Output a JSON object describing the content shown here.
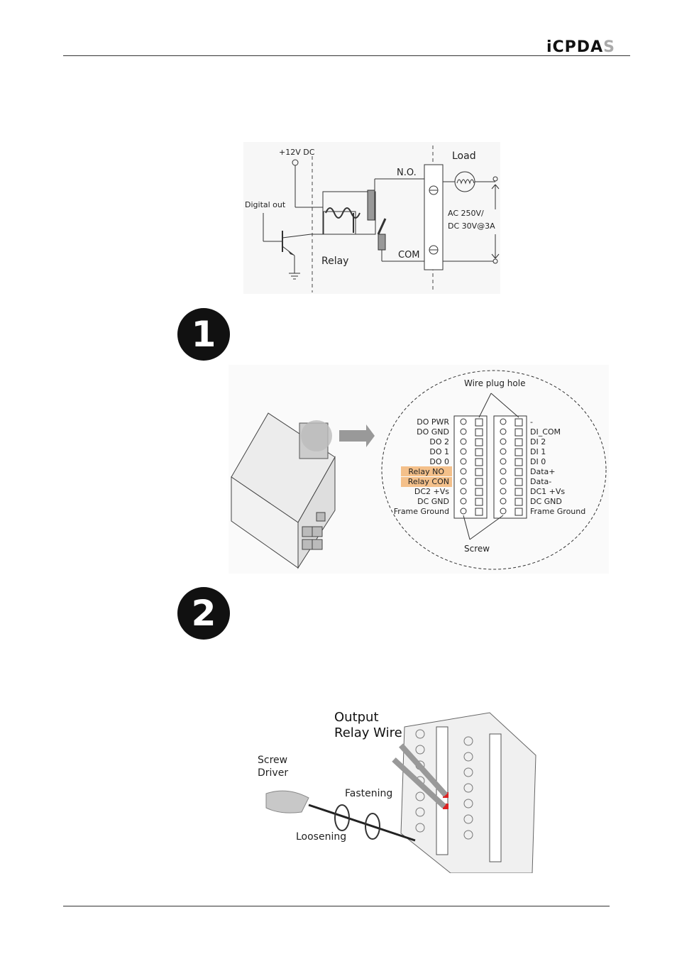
{
  "header": {
    "logo_main": "iCPDA",
    "logo_tail": "S"
  },
  "relay_diagram": {
    "supply": "+12V DC",
    "digital_out": "Digital out",
    "relay": "Relay",
    "no": "N.O.",
    "com": "COM",
    "load": "Load",
    "rating_ac": "AC 250V/",
    "rating_dc": "DC 30V@3A"
  },
  "steps": [
    "1",
    "2"
  ],
  "terminal_diagram": {
    "wire_plug_hole": "Wire plug hole",
    "screw": "Screw",
    "left_labels": [
      "DO PWR",
      "DO GND",
      "DO 2",
      "DO 1",
      "DO 0",
      "Relay NO",
      "Relay CON",
      "DC2 +Vs",
      "DC GND",
      "Frame Ground"
    ],
    "right_labels": [
      "-",
      "DI_COM",
      "DI 2",
      "DI 1",
      "DI 0",
      "Data+",
      "Data-",
      "DC1 +Vs",
      "DC GND",
      "Frame Ground"
    ],
    "highlight_color": "#f4c08a"
  },
  "wiring_diagram": {
    "output_line1": "Output",
    "output_line2": "Relay Wire",
    "screw_line1": "Screw",
    "screw_line2": "Driver",
    "fastening": "Fastening",
    "loosening": "Loosening"
  }
}
